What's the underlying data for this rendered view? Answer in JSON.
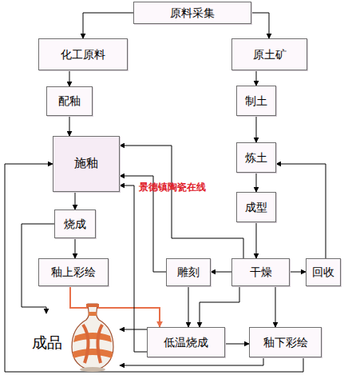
{
  "diagram": {
    "nodes": [
      {
        "text": [
          "原料采集"
        ]
      },
      {
        "text": [
          "化工原料"
        ]
      },
      {
        "text": [
          "原土矿"
        ]
      },
      {
        "text": [
          "配釉"
        ]
      },
      {
        "text": [
          "制土"
        ]
      },
      {
        "text": [
          "施釉"
        ]
      },
      {
        "text": [
          "炼土"
        ]
      },
      {
        "text": [
          "成型"
        ]
      },
      {
        "text": [
          "烧成"
        ]
      },
      {
        "text": [
          "釉上彩绘"
        ]
      },
      {
        "text": [
          "雕刻"
        ]
      },
      {
        "text": [
          "干燥"
        ]
      },
      {
        "text": [
          "回收"
        ]
      },
      {
        "text": [
          "成品"
        ]
      },
      {
        "text": [
          "低温烧成"
        ]
      },
      {
        "text": [
          "釉下彩绘"
        ]
      }
    ],
    "edges": [
      {
        "from": 0,
        "to": 1,
        "arrow": "to"
      },
      {
        "from": 0,
        "to": 2,
        "arrow": "to"
      },
      {
        "from": 1,
        "to": 3,
        "arrow": "to"
      },
      {
        "from": 2,
        "to": 4,
        "arrow": "to"
      },
      {
        "from": 3,
        "to": 5,
        "arrow": "to"
      },
      {
        "from": 4,
        "to": 6,
        "arrow": "to"
      },
      {
        "from": 6,
        "to": 7,
        "arrow": "to"
      },
      {
        "from": 7,
        "to": 11,
        "arrow": "to"
      },
      {
        "from": 5,
        "to": 8,
        "arrow": "to"
      },
      {
        "from": 8,
        "to": 9,
        "arrow": "to"
      },
      {
        "from": 8,
        "to": 13,
        "arrow": "to"
      },
      {
        "from": 9,
        "to": 14,
        "arrow": "to"
      },
      {
        "from": 11,
        "to": 5,
        "arrow": "to"
      },
      {
        "from": 10,
        "to": 5,
        "arrow": "to"
      },
      {
        "from": 14,
        "to": 5,
        "arrow": "to"
      },
      {
        "from": 11,
        "to": 10,
        "arrow": "to"
      },
      {
        "from": 11,
        "to": 12,
        "arrow": "to"
      },
      {
        "from": 12,
        "to": 6,
        "arrow": "to"
      },
      {
        "from": 11,
        "to": 14,
        "arrow": "to"
      },
      {
        "from": 10,
        "to": 14,
        "arrow": "to"
      },
      {
        "from": 11,
        "to": 15,
        "arrow": "to"
      },
      {
        "from": 14,
        "to": 15,
        "arrow": "to"
      },
      {
        "from": 14,
        "to": 13,
        "arrow": "to"
      },
      {
        "from": 15,
        "to": 13,
        "arrow": "to"
      },
      {
        "from": 15,
        "to": 5,
        "arrow": "to"
      }
    ],
    "labels": [
      "景德镇陶瓷在线"
    ]
  }
}
